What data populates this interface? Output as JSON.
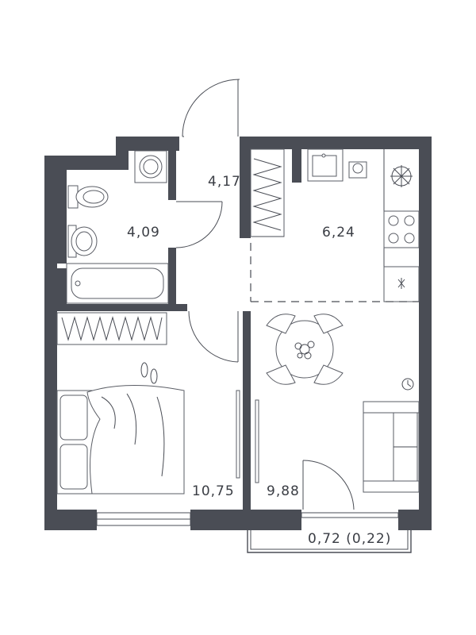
{
  "plan": {
    "wall_color": "#4a4d55",
    "rooms": [
      {
        "id": "bathroom",
        "area": "4,09"
      },
      {
        "id": "hallway",
        "area": "4,17"
      },
      {
        "id": "kitchen",
        "area": "6,24"
      },
      {
        "id": "bedroom",
        "area": "10,75"
      },
      {
        "id": "living",
        "area": "9,88"
      },
      {
        "id": "balcony",
        "area": "0,72 (0,22)"
      }
    ]
  }
}
